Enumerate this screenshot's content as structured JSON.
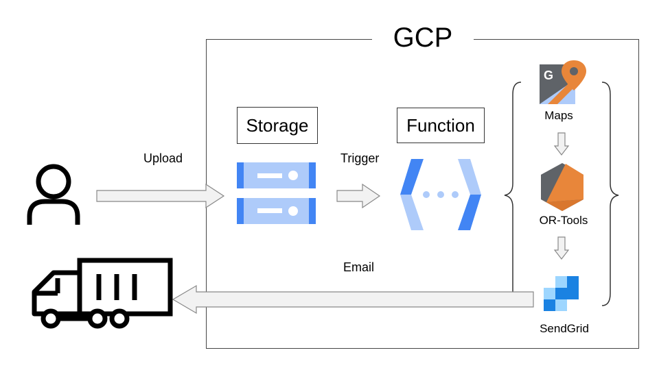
{
  "cloud": {
    "title": "GCP"
  },
  "nodes": {
    "storage": {
      "label": "Storage"
    },
    "function": {
      "label": "Function"
    },
    "maps": {
      "label": "Maps"
    },
    "or_tools": {
      "label": "OR-Tools"
    },
    "sendgrid": {
      "label": "SendGrid"
    }
  },
  "edges": {
    "upload": {
      "label": "Upload"
    },
    "trigger": {
      "label": "Trigger"
    },
    "email": {
      "label": "Email"
    }
  },
  "colors": {
    "gcp_blue": "#4285F4",
    "gcp_light_blue": "#AECBFA",
    "maps_orange": "#E8863A",
    "maps_gray": "#5F6368",
    "sendgrid_blue": "#1A82E2",
    "arrow_fill": "#F2F2F2",
    "arrow_stroke": "#888888"
  },
  "icons": [
    "user-icon",
    "truck-icon",
    "storage-icon",
    "cloud-function-icon",
    "maps-icon",
    "or-tools-icon",
    "sendgrid-icon"
  ]
}
